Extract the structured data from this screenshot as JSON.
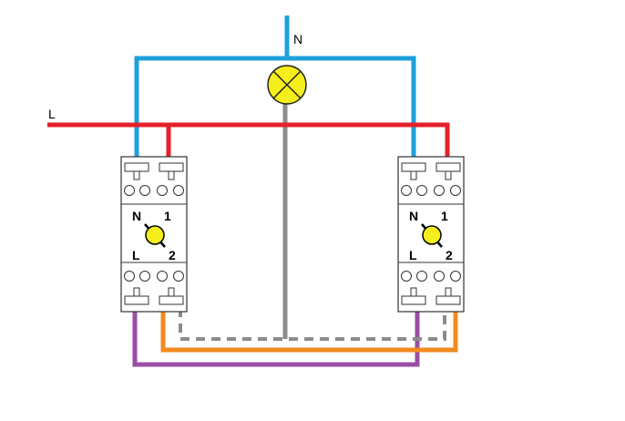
{
  "labels": {
    "neutral": "N",
    "live": "L"
  },
  "devices": [
    {
      "top_left": "N",
      "top_right": "1",
      "bottom_left": "L",
      "bottom_right": "2"
    },
    {
      "top_left": "N",
      "top_right": "1",
      "bottom_left": "L",
      "bottom_right": "2"
    }
  ],
  "colors": {
    "neutral_wire": "#1ea0dc",
    "live_wire": "#e4202a",
    "lamp_wire": "#8c8c8c",
    "control_wire_1": "#f28a1e",
    "control_wire_2": "#9a4ea5",
    "lamp_fill": "#f6ee1c",
    "knob_fill": "#f6ee1c"
  }
}
